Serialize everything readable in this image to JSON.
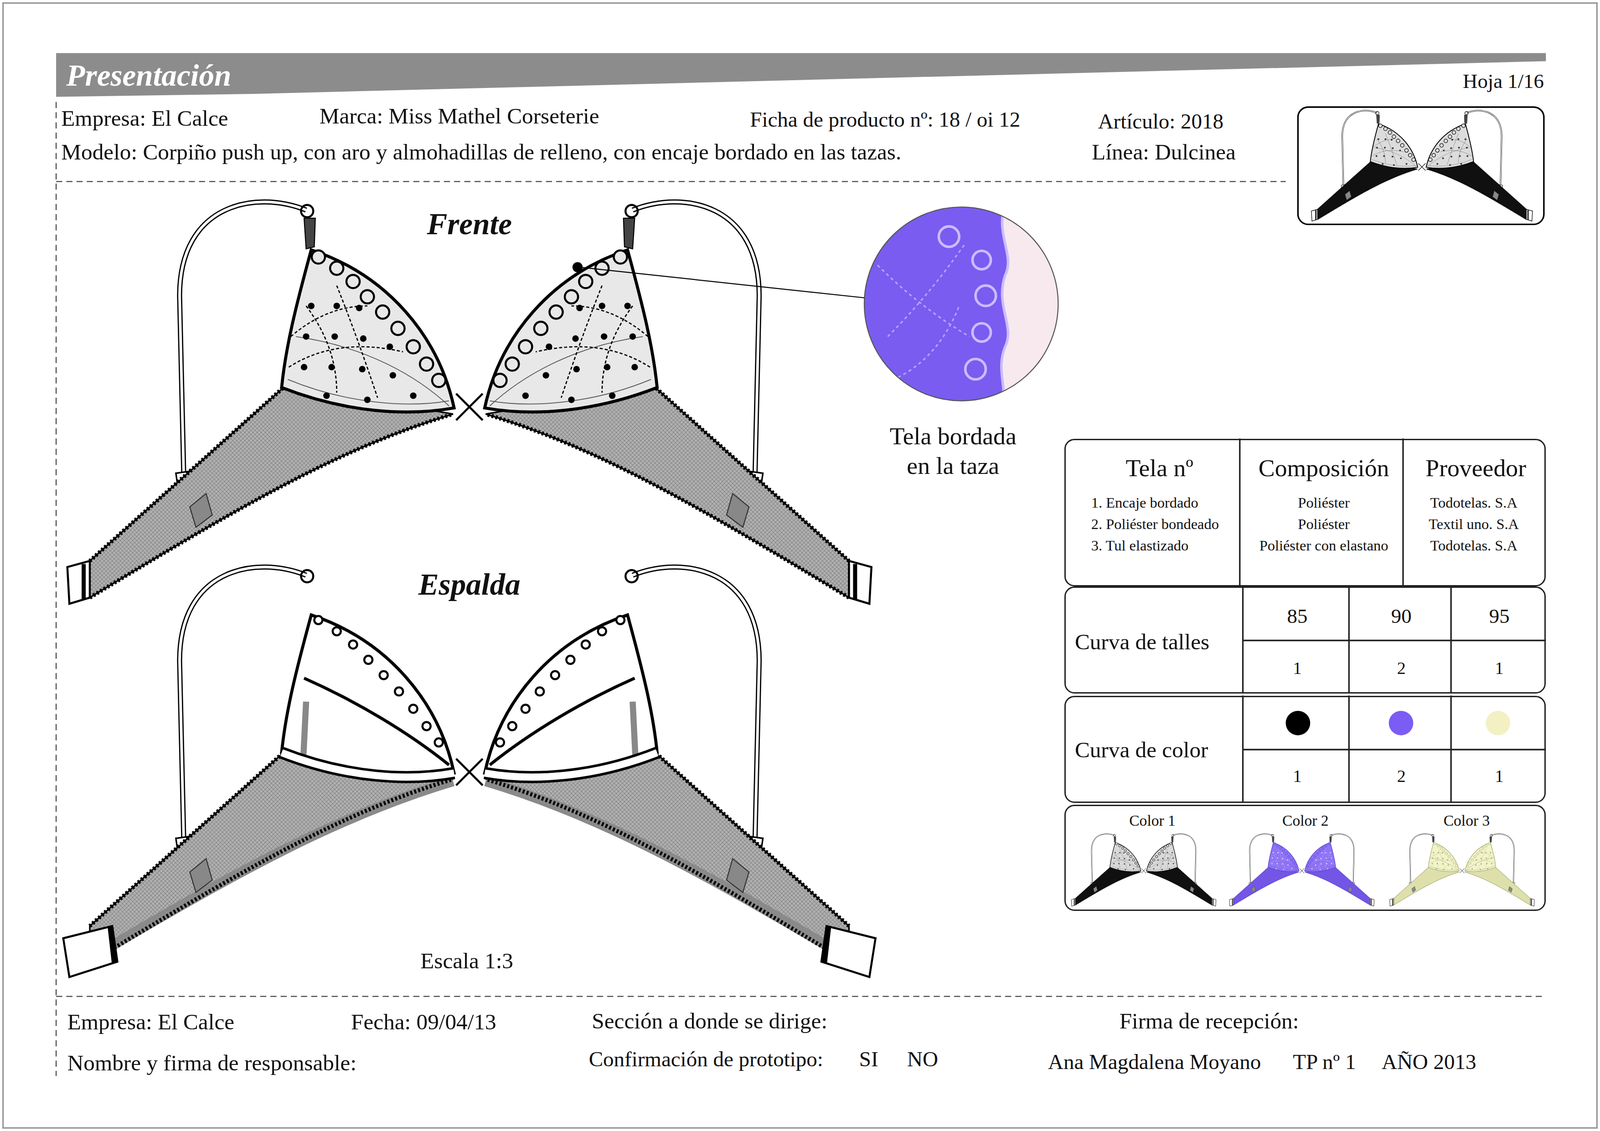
{
  "diagram": {
    "title": "Presentación",
    "nodes": [
      {
        "text": [
          "Tela nº",
          "1. Encaje bordado",
          "2. Poliéster bondeado",
          "3. Tul elastizado",
          "Composición",
          "Poliéster",
          "Poliéster",
          "Poliéster con elastano",
          "Proveedor",
          "Todotelas. S.A",
          "Textil uno. S.A",
          "Todotelas. S.A"
        ]
      },
      {
        "text": [
          "Curva de talles",
          "85",
          "90",
          "95",
          "1",
          "2",
          "1"
        ]
      },
      {
        "text": [
          "Curva de color",
          "1",
          "2",
          "1"
        ]
      },
      {
        "text": [
          "Color 1",
          "Color 2",
          "Color 3"
        ]
      }
    ],
    "labels": [
      "Hoja 1/16",
      "Empresa: El Calce",
      "Marca: Miss Mathel Corseterie",
      "Ficha de producto nº: 18 / oi 12",
      "Artículo: 2018",
      "Modelo: Corpiño push up, con aro y almohadillas de relleno, con encaje bordado en las tazas.",
      "Línea: Dulcinea",
      "Frente",
      "Espalda",
      "Tela bordada en la taza",
      "Escala 1:3",
      "Empresa: El Calce",
      "Fecha: 09/04/13",
      "Sección a donde se dirige:",
      "Firma de recepción:",
      "Nombre y firma de responsable:",
      "Confirmación de prototipo:",
      "SI",
      "NO",
      "Ana Magdalena Moyano",
      "TP nº 1",
      "AÑO 2013"
    ]
  }
}
